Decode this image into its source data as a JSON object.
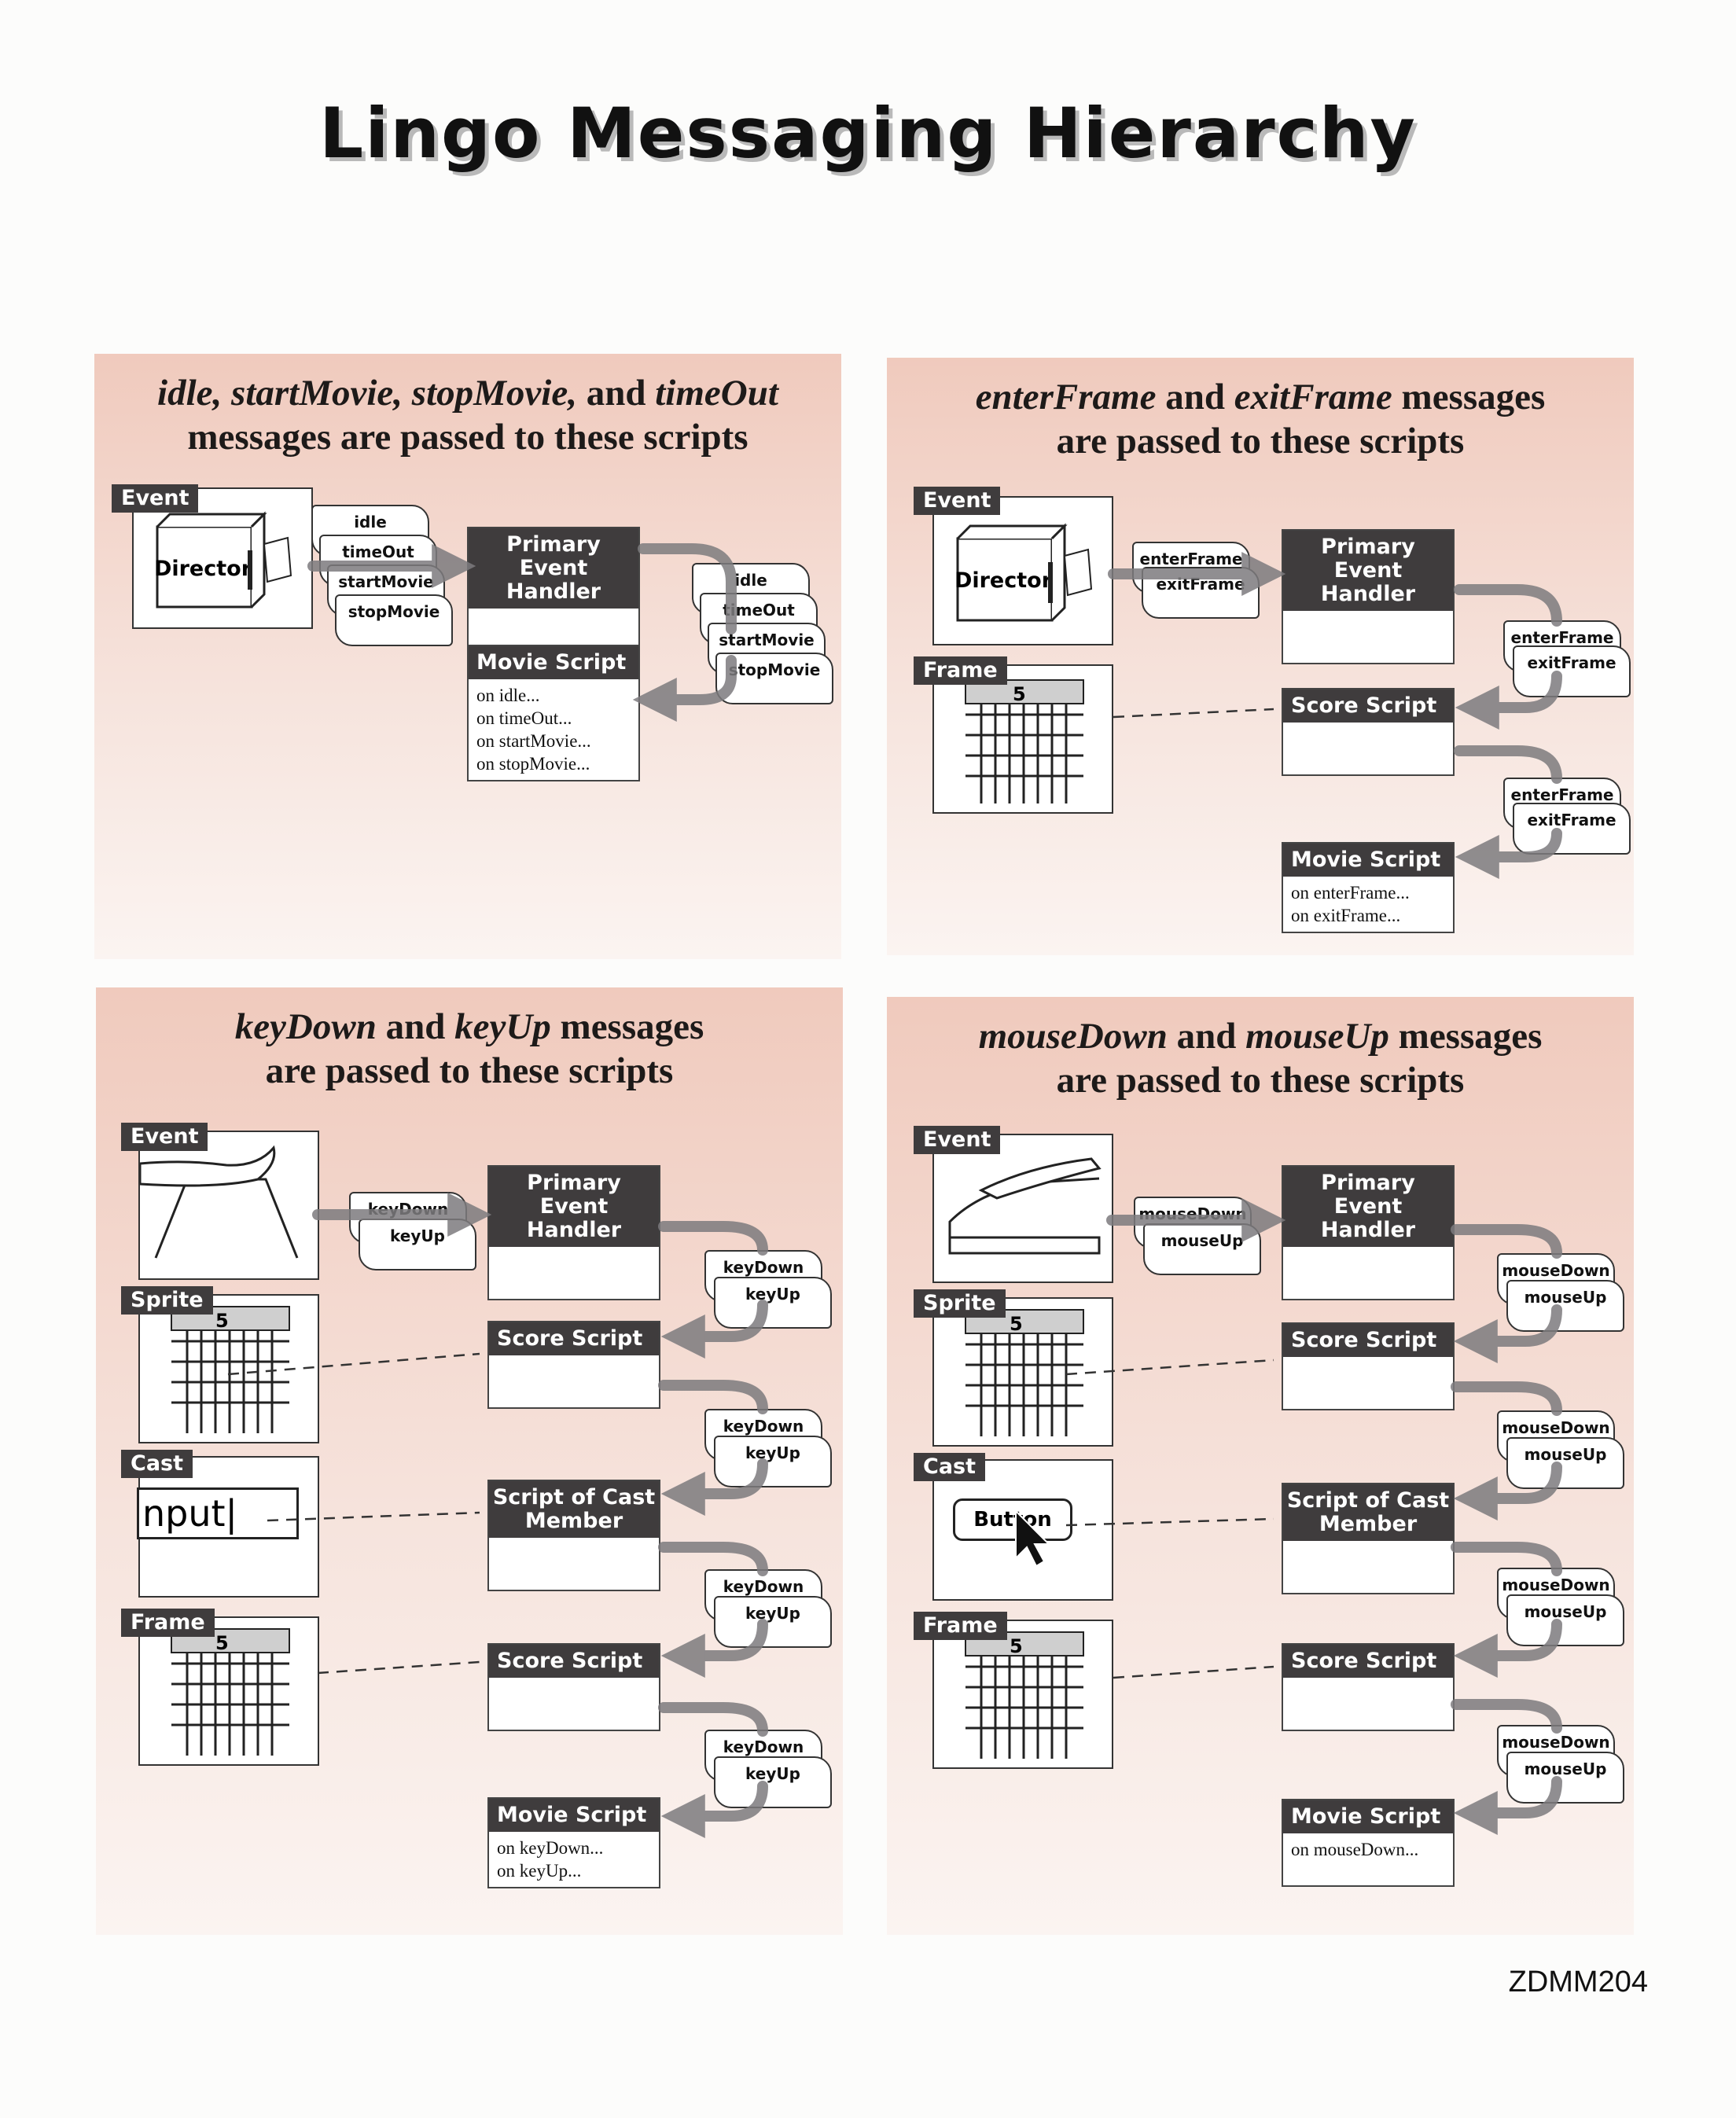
{
  "title": "Lingo Messaging Hierarchy",
  "code": "ZDMM204",
  "labels": {
    "event": "Event",
    "frame": "Frame",
    "sprite": "Sprite",
    "cast": "Cast",
    "director": "Director",
    "primary_event_handler": "Primary Event Handler",
    "movie_script": "Movie Script",
    "score_script": "Score Script",
    "script_of_cast_member": "Script of Cast Member",
    "frame_number": "5",
    "cast_input": "nput|",
    "cast_button": "Button"
  },
  "panels": {
    "p1": {
      "title_1": "idle, startMovie, stopMovie,",
      "title_2": "and",
      "title_3": "timeOut",
      "title_4": "messages are passed to these scripts",
      "messages": [
        "idle",
        "timeOut",
        "startMovie",
        "stopMovie"
      ],
      "movie_handlers": [
        "on idle...",
        "on timeOut...",
        "on startMovie...",
        "on stopMovie..."
      ]
    },
    "p2": {
      "title_1": "enterFrame",
      "title_2": "and",
      "title_3": "exitFrame",
      "title_4": "messages",
      "title_5": "are passed to these scripts",
      "messages": [
        "enterFrame",
        "exitFrame"
      ],
      "movie_handlers": [
        "on enterFrame...",
        "on exitFrame..."
      ]
    },
    "p3": {
      "title_1": "keyDown",
      "title_2": "and",
      "title_3": "keyUp",
      "title_4": "messages",
      "title_5": "are passed to these scripts",
      "messages": [
        "keyDown",
        "keyUp"
      ],
      "movie_handlers": [
        "on keyDown...",
        "on keyUp..."
      ]
    },
    "p4": {
      "title_1": "mouseDown",
      "title_2": "and",
      "title_3": "mouseUp",
      "title_4": "messages",
      "title_5": "are passed to these scripts",
      "messages": [
        "mouseDown",
        "mouseUp"
      ],
      "movie_handlers": [
        "on mouseDown..."
      ]
    }
  },
  "colors": {
    "panel_top": "#f0cabd",
    "header_dark": "#3f3c3d",
    "arrow_gray": "#7d7b7e"
  }
}
